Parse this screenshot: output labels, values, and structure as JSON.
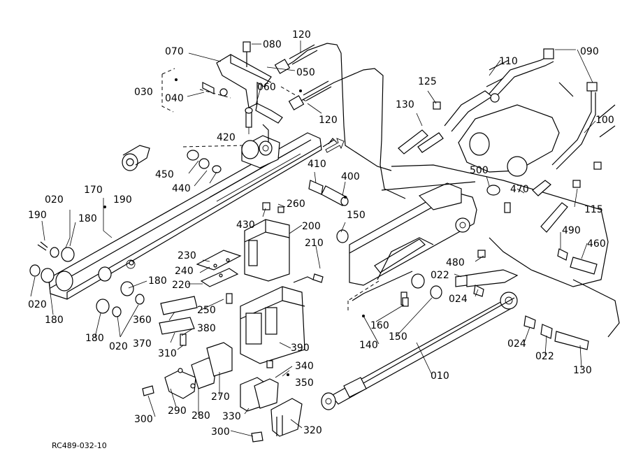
{
  "diagram": {
    "drawing_code": "RC489-032-10",
    "labels": [
      "080",
      "120",
      "070",
      "050",
      "030",
      "040",
      "060",
      "120",
      "420",
      "450",
      "440",
      "410",
      "400",
      "170",
      "190",
      "020",
      "190",
      "180",
      "260",
      "430",
      "200",
      "150",
      "210",
      "230",
      "240",
      "220",
      "180",
      "250",
      "360",
      "020",
      "180",
      "180",
      "020",
      "380",
      "370",
      "310",
      "390",
      "160",
      "150",
      "140",
      "340",
      "350",
      "270",
      "290",
      "280",
      "300",
      "330",
      "300",
      "320",
      "010",
      "090",
      "110",
      "125",
      "130",
      "100",
      "500",
      "470",
      "115",
      "490",
      "460",
      "480",
      "022",
      "024",
      "024",
      "022",
      "130"
    ]
  }
}
